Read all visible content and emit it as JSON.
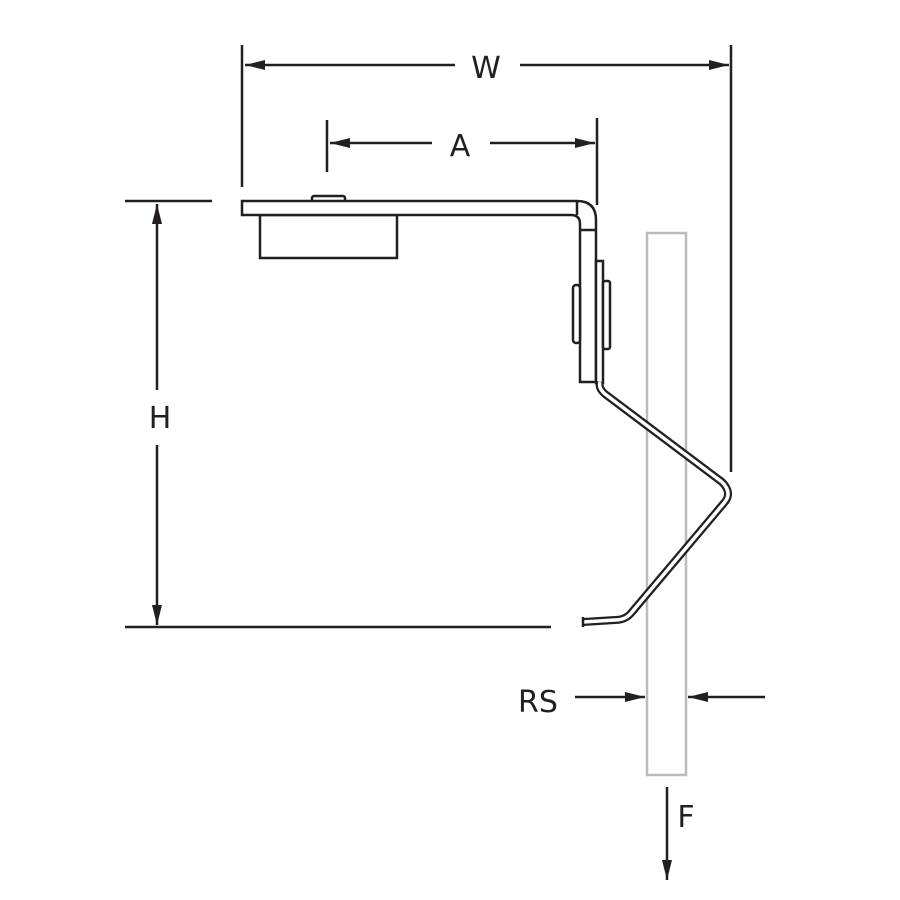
{
  "diagram": {
    "labels": {
      "width": "W",
      "arm_length": "A",
      "height": "H",
      "rail_spacing": "RS",
      "force": "F"
    },
    "colors": {
      "line": "#231f20",
      "rail": "#bbbbbb"
    }
  }
}
